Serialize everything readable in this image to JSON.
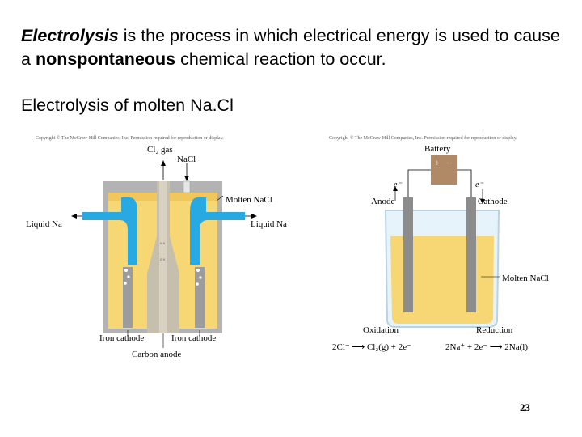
{
  "intro": {
    "term": "Electrolysis",
    "text_a": " is the process in which electrical energy is used to cause a ",
    "emphasis": "nonspontaneous",
    "text_b": " chemical reaction to occur."
  },
  "subtitle": "Electrolysis of molten Na.Cl",
  "figure_left": {
    "copyright": "Copyright © The McGraw-Hill Companies, Inc. Permission required for reproduction or display.",
    "cl2_gas": "Cl₂ gas",
    "nacl": "NaCl",
    "molten_nacl": "Molten NaCl",
    "liquid_na_left": "Liquid Na",
    "liquid_na_right": "Liquid Na",
    "iron_cathode_left": "Iron cathode",
    "iron_cathode_right": "Iron cathode",
    "carbon_anode": "Carbon anode"
  },
  "figure_right": {
    "copyright": "Copyright © The McGraw-Hill Companies, Inc. Permission required for reproduction or display.",
    "battery": "Battery",
    "e_left": "e⁻",
    "e_right": "e⁻",
    "anode": "Anode",
    "cathode": "Cathode",
    "molten_nacl": "Molten NaCl",
    "oxidation": "Oxidation",
    "reduction": "Reduction",
    "oxidation_eq": "2Cl⁻ ⟶ Cl₂(g) + 2e⁻",
    "reduction_eq": "2Na⁺ + 2e⁻ ⟶ 2Na(l)"
  },
  "page_number": "23",
  "colors": {
    "molten": "#f7d774",
    "sodium": "#29a9e1",
    "cell_wall": "#a9a9a9",
    "electrode": "#8c8c8c"
  }
}
